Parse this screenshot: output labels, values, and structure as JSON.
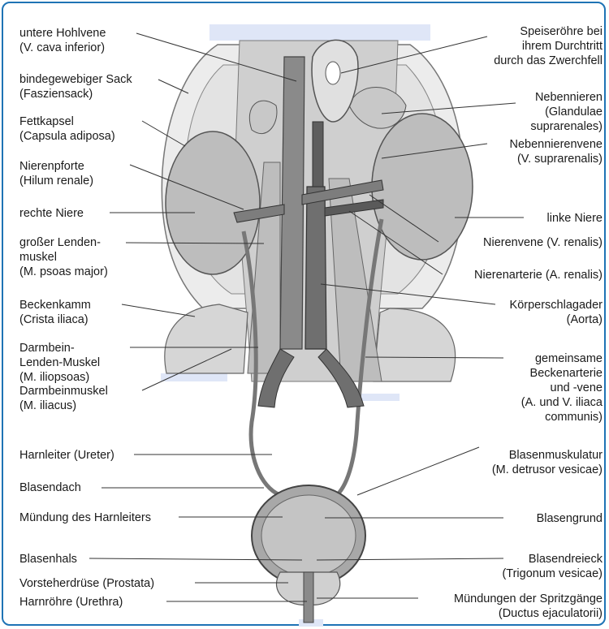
{
  "left_labels": [
    {
      "name": "label-untere-hohlvene",
      "lines": [
        "untere Hohlvene",
        "(V. cava inferior)"
      ]
    },
    {
      "name": "label-bindegewebiger-sack",
      "lines": [
        "bindegewebiger Sack",
        "(Fasziensack)"
      ]
    },
    {
      "name": "label-fettkapsel",
      "lines": [
        "Fettkapsel",
        "(Capsula adiposa)"
      ]
    },
    {
      "name": "label-nierenpforte",
      "lines": [
        "Nierenpforte",
        "(Hilum renale)"
      ]
    },
    {
      "name": "label-rechte-niere",
      "lines": [
        "rechte Niere"
      ]
    },
    {
      "name": "label-psoas",
      "lines": [
        "großer Lenden-",
        "muskel",
        "(M. psoas major)"
      ]
    },
    {
      "name": "label-beckenkamm",
      "lines": [
        "Beckenkamm",
        "(Crista iliaca)"
      ]
    },
    {
      "name": "label-iliopsoas",
      "lines": [
        "Darmbein-",
        "Lenden-Muskel",
        "(M. iliopsoas)"
      ]
    },
    {
      "name": "label-iliacus",
      "lines": [
        "Darmbeinmuskel",
        "(M. iliacus)"
      ]
    },
    {
      "name": "label-harnleiter",
      "lines": [
        "Harnleiter (Ureter)"
      ]
    },
    {
      "name": "label-blasendach",
      "lines": [
        "Blasendach"
      ]
    },
    {
      "name": "label-muendung-harnleiter",
      "lines": [
        "Mündung des Harnleiters"
      ]
    },
    {
      "name": "label-blasenhals",
      "lines": [
        "Blasenhals"
      ]
    },
    {
      "name": "label-prostata",
      "lines": [
        "Vorsteherdrüse (Prostata)"
      ]
    },
    {
      "name": "label-harnroehre",
      "lines": [
        "Harnröhre (Urethra)"
      ]
    }
  ],
  "right_labels": [
    {
      "name": "label-speiseroehre",
      "lines": [
        "Speiseröhre bei",
        "ihrem Durchtritt",
        "durch das Zwerchfell"
      ]
    },
    {
      "name": "label-nebennieren",
      "lines": [
        "Nebennieren",
        "(Glandulae",
        "suprarenales)"
      ]
    },
    {
      "name": "label-nebennierenvene",
      "lines": [
        "Nebennierenvene",
        "(V. suprarenalis)"
      ]
    },
    {
      "name": "label-linke-niere",
      "lines": [
        "linke Niere"
      ]
    },
    {
      "name": "label-nierenvene",
      "lines": [
        "Nierenvene (V. renalis)"
      ]
    },
    {
      "name": "label-nierenarterie",
      "lines": [
        "Nierenarterie (A. renalis)"
      ]
    },
    {
      "name": "label-aorta",
      "lines": [
        "Körperschlagader",
        "(Aorta)"
      ]
    },
    {
      "name": "label-beckenarterie",
      "lines": [
        "gemeinsame",
        "Beckenarterie",
        "und -vene",
        "(A. und V. iliaca",
        "communis)"
      ]
    },
    {
      "name": "label-blasenmuskulatur",
      "lines": [
        "Blasenmuskulatur",
        "(M. detrusor vesicae)"
      ]
    },
    {
      "name": "label-blasengrund",
      "lines": [
        "Blasengrund"
      ]
    },
    {
      "name": "label-blasendreieck",
      "lines": [
        "Blasendreieck",
        "(Trigonum vesicae)"
      ]
    },
    {
      "name": "label-spritzgaenge",
      "lines": [
        "Mündungen der Spritzgänge",
        "(Ductus ejaculatorii)"
      ]
    }
  ],
  "colors": {
    "frame": "#1e73b5",
    "tissue": "#d9d9d9",
    "organ": "#b5b5b5",
    "vessel": "#7d7d7d",
    "highlight": "#dfe6f7"
  }
}
